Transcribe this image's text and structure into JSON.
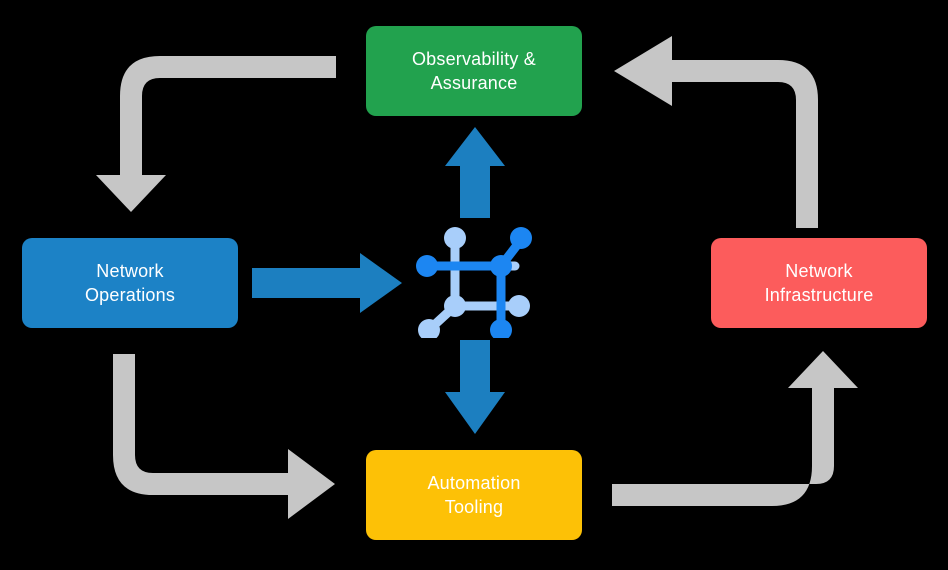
{
  "diagram": {
    "title": "Network operations lifecycle loop",
    "type": "cycle-diagram",
    "background_color": "#000000",
    "center": {
      "icon_name": "network-mesh-icon",
      "colors": {
        "dark": "#1C86F2",
        "light": "#A8CEFA"
      }
    },
    "nodes": [
      {
        "id": "observability",
        "label_line1": "Observability &",
        "label_line2": "Assurance",
        "color": "#22A24E",
        "position": "top"
      },
      {
        "id": "network-operations",
        "label_line1": "Network",
        "label_line2": "Operations",
        "color": "#1C82C6",
        "position": "left"
      },
      {
        "id": "network-infrastructure",
        "label_line1": "Network",
        "label_line2": "Infrastructure",
        "color": "#FC5C5C",
        "position": "right"
      },
      {
        "id": "automation-tooling",
        "label_line1": "Automation",
        "label_line2": "Tooling",
        "color": "#FDC106",
        "position": "bottom"
      }
    ],
    "connectors": {
      "accent_color": "#1C7FC0",
      "loop_color": "#C6C6C6",
      "blue_arrows": [
        {
          "id": "netops-to-center",
          "direction": "right",
          "from": "network-operations",
          "to": "center"
        },
        {
          "id": "center-to-observability",
          "direction": "up",
          "from": "center",
          "to": "observability"
        },
        {
          "id": "center-to-automation",
          "direction": "down",
          "from": "center",
          "to": "automation-tooling"
        }
      ],
      "gray_arrows": [
        {
          "id": "observability-to-netops",
          "direction": "down",
          "from": "observability",
          "to": "network-operations"
        },
        {
          "id": "netinfra-to-observability",
          "direction": "left",
          "from": "network-infrastructure",
          "to": "observability"
        },
        {
          "id": "netops-to-automation",
          "direction": "right",
          "from": "network-operations",
          "to": "automation-tooling"
        },
        {
          "id": "automation-to-netinfra",
          "direction": "up",
          "from": "automation-tooling",
          "to": "network-infrastructure"
        }
      ]
    }
  }
}
